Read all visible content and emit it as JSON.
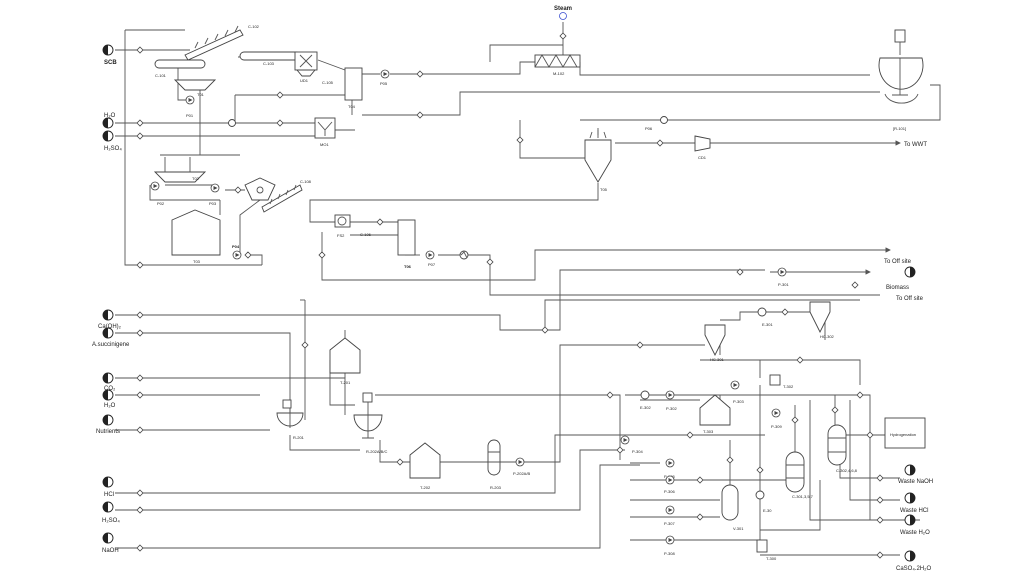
{
  "colors": {
    "line": "#555555",
    "equipment": "#444444",
    "valve": "#444444",
    "steam": "#3b4fd1"
  },
  "streams_in": [
    "SCB",
    "H₂O",
    "H₂SO₄",
    "Ca(OH)₂",
    "A.succinigene",
    "CO₂",
    "H₂O",
    "Nutrients",
    "HCl",
    "H₂SO₄",
    "NaOH"
  ],
  "steam": "Steam",
  "streams_out": [
    "To WWT",
    "To Off site",
    "Biomass",
    "To Off site",
    "Waste NaOH",
    "Waste HCl",
    "Waste H₂O",
    "CaSO₄.2H₂O"
  ],
  "hydrogenation": "Hydrogenation",
  "tags": {
    "c101": "C-101",
    "c102": "C-102",
    "c103": "C-103",
    "c105": "C-105",
    "c108": "C-108",
    "c106": "C-106",
    "t01": "T01",
    "p01": "P01",
    "ud1": "UD1",
    "t04": "T04",
    "p05": "P05",
    "m102": "M-102",
    "mo1": "MO1",
    "r101": "[R-101]",
    "p06": "P06",
    "cd1": "CD1",
    "t05": "T05",
    "t02": "T02",
    "p02": "P02",
    "p03": "P03",
    "t03": "T03",
    "p04": "P04",
    "fs2": "FS2",
    "t06": "T06",
    "p07": "P07",
    "p301": "P-301",
    "hc301": "HC-301",
    "e301": "E-301",
    "hc302": "HC-302",
    "t302b": "T-302",
    "t201": "T-201",
    "r201": "R-201",
    "r202": "R-202A/B/C",
    "t202": "T-202",
    "r203": "R-203",
    "p202": "P-202A/B",
    "e302": "E-302",
    "p302": "P-302",
    "t303": "T-303",
    "p303": "P-303",
    "p309": "P-309",
    "p304": "P-304",
    "p305": "P-305",
    "p306": "P-306",
    "p307": "P-307",
    "p308": "P-308",
    "v301": "V-301",
    "e30": "E-30",
    "c301": "C-301,3,5,7",
    "c302": "C-302,4,6,8",
    "t300": "T-300"
  }
}
